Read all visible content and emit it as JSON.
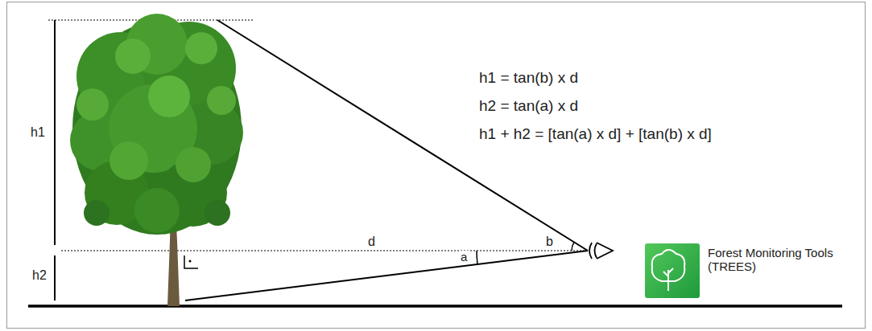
{
  "diagram": {
    "labels": [
      "h1 = tan(b) x d",
      "h2 = tan(a) x d",
      "h1 + h2 = [tan(a) x d] + [tan(b) x d]",
      "h1",
      "h2",
      "d",
      "a",
      "b",
      "Forest Monitoring Tools (TREES)"
    ]
  }
}
